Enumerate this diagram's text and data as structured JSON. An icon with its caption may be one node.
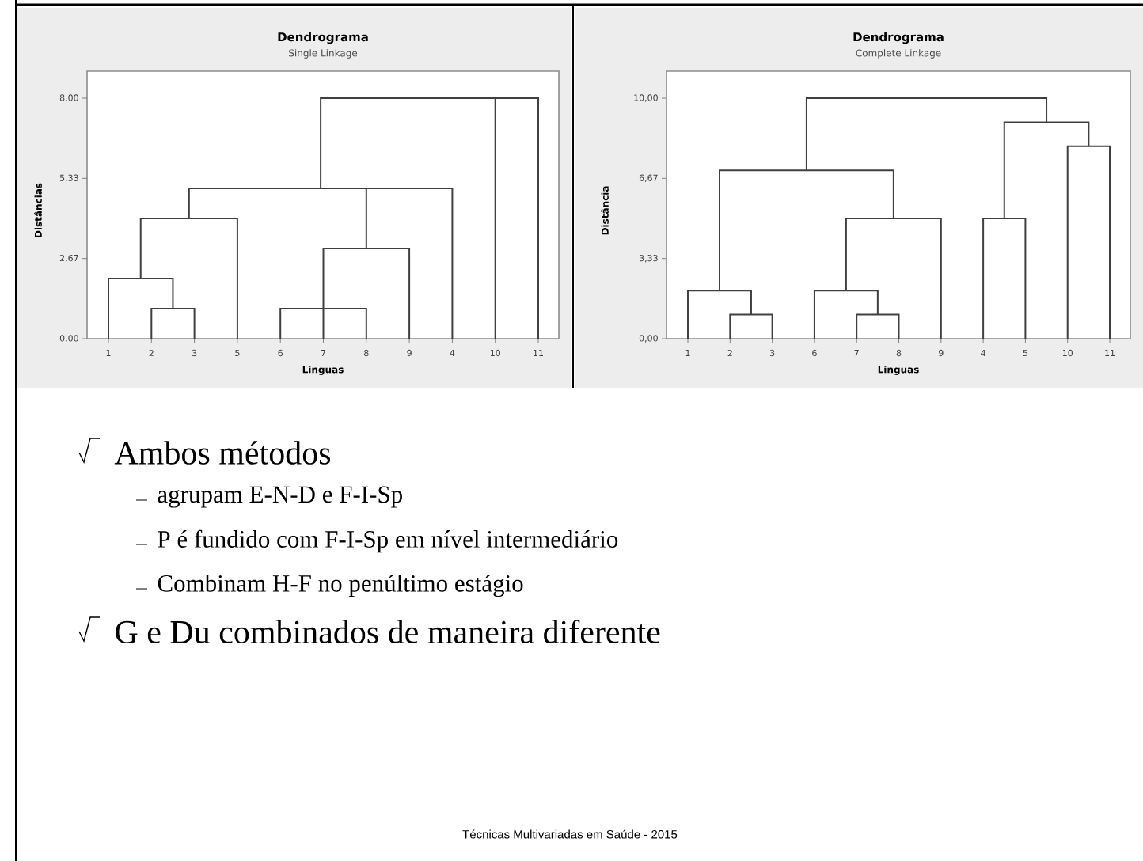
{
  "diagram": {
    "labels": [
      "Dendrograma",
      "Single Linkage",
      "8,00",
      "5,33",
      "2,67",
      "0,00",
      "Distâncias",
      "1",
      "2",
      "3",
      "5",
      "6",
      "7",
      "8",
      "9",
      "4",
      "10",
      "11",
      "Linguas",
      "Dendrograma",
      "Complete Linkage",
      "10,00",
      "6,67",
      "3,33",
      "0,00",
      "Distância",
      "1",
      "2",
      "3",
      "6",
      "7",
      "8",
      "9",
      "4",
      "5",
      "10",
      "11",
      "Linguas",
      "Ambos métodos",
      "agrupam E-N-D e F-I-Sp",
      "P é fundido com F-I-Sp em nível intermediário",
      "Combinam H-F no penúltimo estágio",
      "G e Du combinados de maneira diferente",
      "Técnicas Multivariadas em Saúde - 2015"
    ]
  }
}
